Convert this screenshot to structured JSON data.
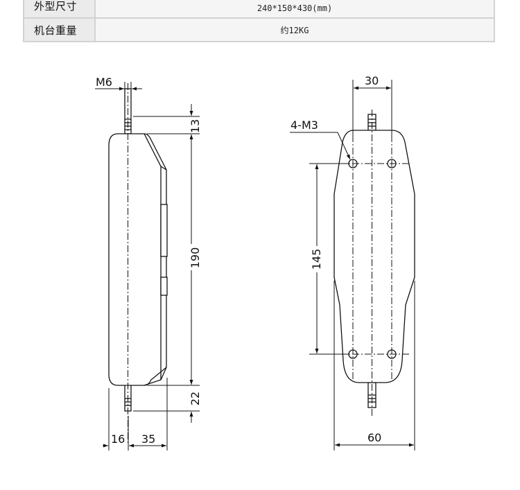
{
  "spec_table": {
    "rows": [
      {
        "label": "外型尺寸",
        "value": "240*150*430(mm)"
      },
      {
        "label": "机台重量",
        "value": "约12KG"
      }
    ]
  },
  "drawing": {
    "side_view": {
      "thread_label": "M6",
      "dim_top": "13",
      "dim_body": "190",
      "dim_bottom": "22",
      "dim_width_left": "16",
      "dim_width_right": "35"
    },
    "front_view": {
      "dim_hole_spacing": "30",
      "hole_label": "4-M3",
      "dim_vertical_spacing": "145",
      "dim_width": "60"
    }
  }
}
